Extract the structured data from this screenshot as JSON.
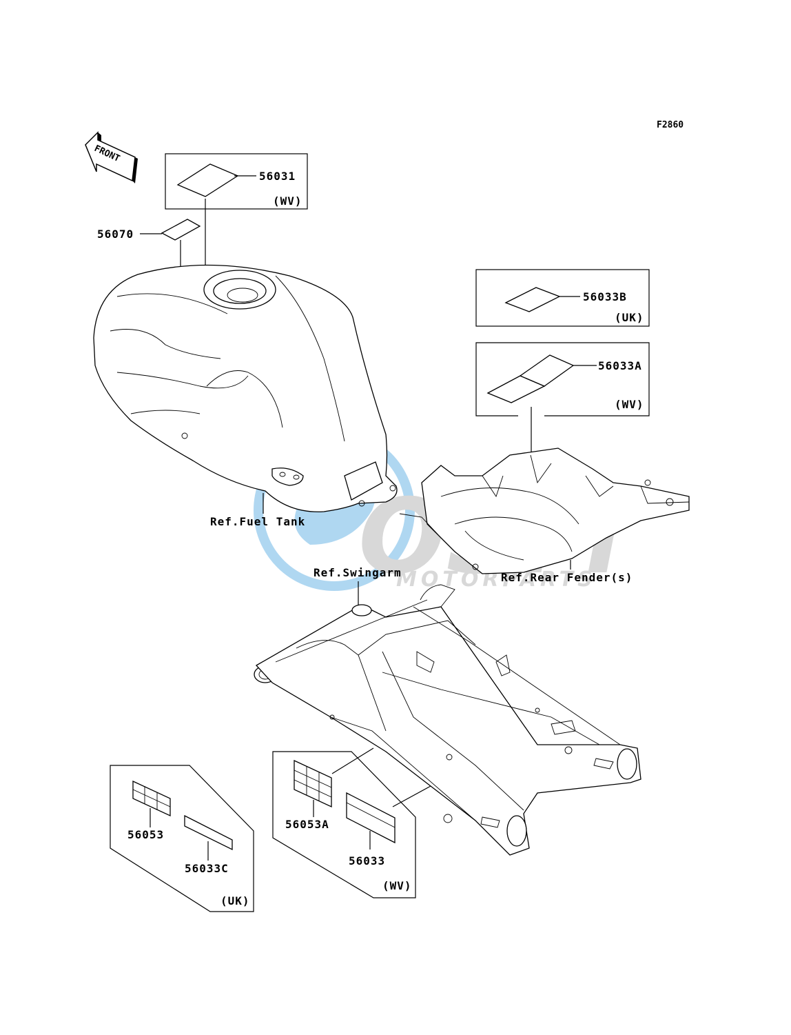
{
  "figure_code": "F2860",
  "front_label": "FRONT",
  "watermark": {
    "brand": "OSM",
    "sub": "MOTORPARTS",
    "color_blue": "#6fb7e6",
    "color_gray": "#b9b9b9"
  },
  "references": {
    "fuel_tank": "Ref.Fuel Tank",
    "rear_fender": "Ref.Rear Fender(s)",
    "swingarm": "Ref.Swingarm"
  },
  "parts": {
    "p56031": "56031",
    "p56031_variant": "(WV)",
    "p56070": "56070",
    "p56033B": "56033B",
    "p56033B_variant": "(UK)",
    "p56033A": "56033A",
    "p56033A_variant": "(WV)",
    "p56053": "56053",
    "p56033C": "56033C",
    "group_uk_variant": "(UK)",
    "p56053A": "56053A",
    "p56033": "56033",
    "group_wv_variant": "(WV)"
  }
}
